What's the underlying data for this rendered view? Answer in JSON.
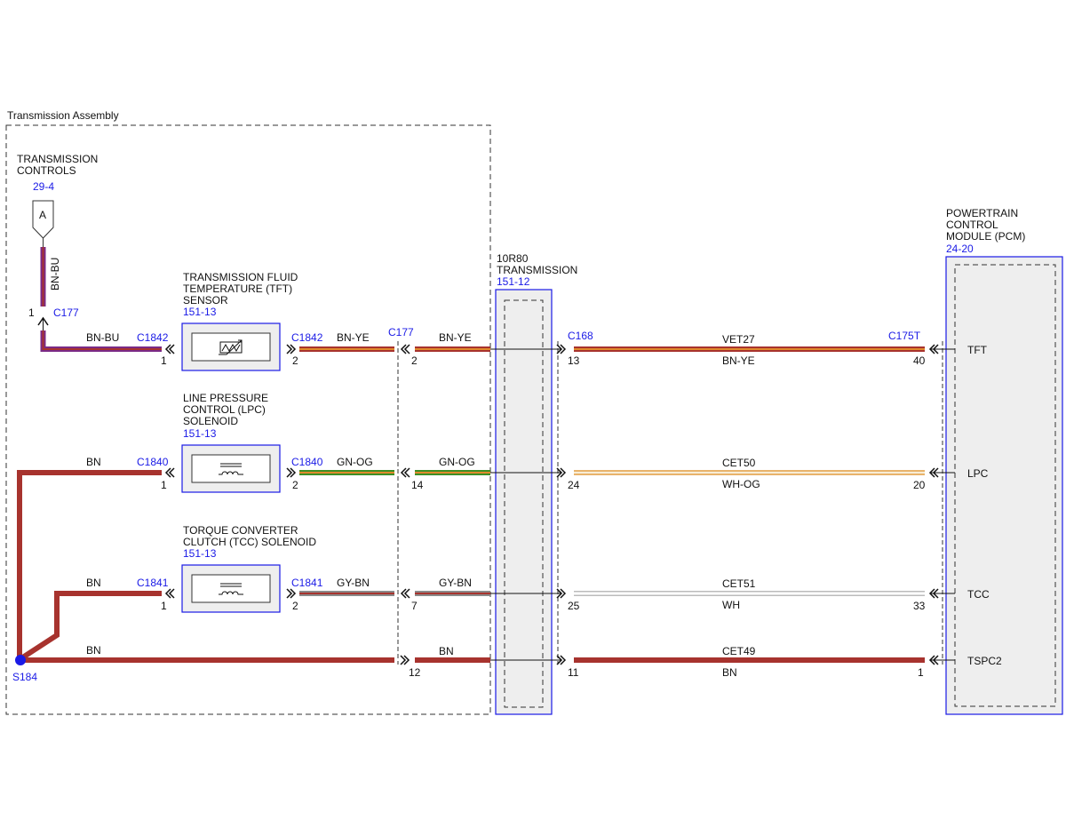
{
  "colors": {
    "BN": "#a7332e",
    "BN-BU": [
      "#7a2a86",
      "#a7332e"
    ],
    "BN-YE": [
      "#a7332e",
      "#e08a2c"
    ],
    "GN-OG": [
      "#3d8e25",
      "#e08a2c"
    ],
    "GY-BN": [
      "#8a8a8a",
      "#a7332e"
    ],
    "WH-OG": [
      "#f2e2c4",
      "#e8b36b"
    ],
    "WH": [
      "#f0f0f0",
      "#bbbbbb"
    ],
    "ref": "#1a1ae6"
  },
  "labels": {
    "transmission_assembly": "Transmission Assembly",
    "transmission_controls_1": "TRANSMISSION",
    "transmission_controls_2": "CONTROLS",
    "transmission_controls_ref": "29-4",
    "offpage_letter": "A",
    "tft_1": "TRANSMISSION FLUID",
    "tft_2": "TEMPERATURE (TFT)",
    "tft_3": "SENSOR",
    "tft_ref": "151-13",
    "lpc_1": "LINE PRESSURE",
    "lpc_2": "CONTROL (LPC)",
    "lpc_3": "SOLENOID",
    "lpc_ref": "151-13",
    "tcc_1": "TORQUE CONVERTER",
    "tcc_2": "CLUTCH (TCC) SOLENOID",
    "tcc_ref": "151-13",
    "trans_1": "10R80",
    "trans_2": "TRANSMISSION",
    "trans_ref": "151-12",
    "pcm_1": "POWERTRAIN",
    "pcm_2": "CONTROL",
    "pcm_3": "MODULE (PCM)",
    "pcm_ref": "24-20",
    "splice": "S184"
  },
  "wires": {
    "bn_bu": "BN-BU",
    "bn_bu_vertical": "BN-BU",
    "c177_top_pin": "1",
    "c177_top": "C177",
    "row1": {
      "left_wire": "BN-BU",
      "left_conn": "C1842",
      "left_pin": "1",
      "right_conn": "C1842",
      "right_pin": "2",
      "wire_a": "BN-YE",
      "c177": "C177",
      "c177_pin": "2",
      "wire_b": "BN-YE",
      "c168": "C168",
      "c168_pin": "13",
      "circuit": "VET27",
      "color": "BN-YE",
      "pcm_conn": "C175T",
      "pcm_pin": "40",
      "signal": "TFT"
    },
    "row2": {
      "left_wire": "BN",
      "left_conn": "C1840",
      "left_pin": "1",
      "right_conn": "C1840",
      "right_pin": "2",
      "wire_a": "GN-OG",
      "c177_pin": "14",
      "wire_b": "GN-OG",
      "c168_pin": "24",
      "circuit": "CET50",
      "color": "WH-OG",
      "pcm_pin": "20",
      "signal": "LPC"
    },
    "row3": {
      "left_wire": "BN",
      "left_conn": "C1841",
      "left_pin": "1",
      "right_conn": "C1841",
      "right_pin": "2",
      "wire_a": "GY-BN",
      "c177_pin": "7",
      "wire_b": "GY-BN",
      "c168_pin": "25",
      "circuit": "CET51",
      "color": "WH",
      "pcm_pin": "33",
      "signal": "TCC"
    },
    "row4": {
      "left_wire": "BN",
      "c177_pin": "12",
      "wire_b": "BN",
      "c168_pin": "11",
      "circuit": "CET49",
      "color": "BN",
      "pcm_pin": "1",
      "signal": "TSPC2"
    }
  }
}
